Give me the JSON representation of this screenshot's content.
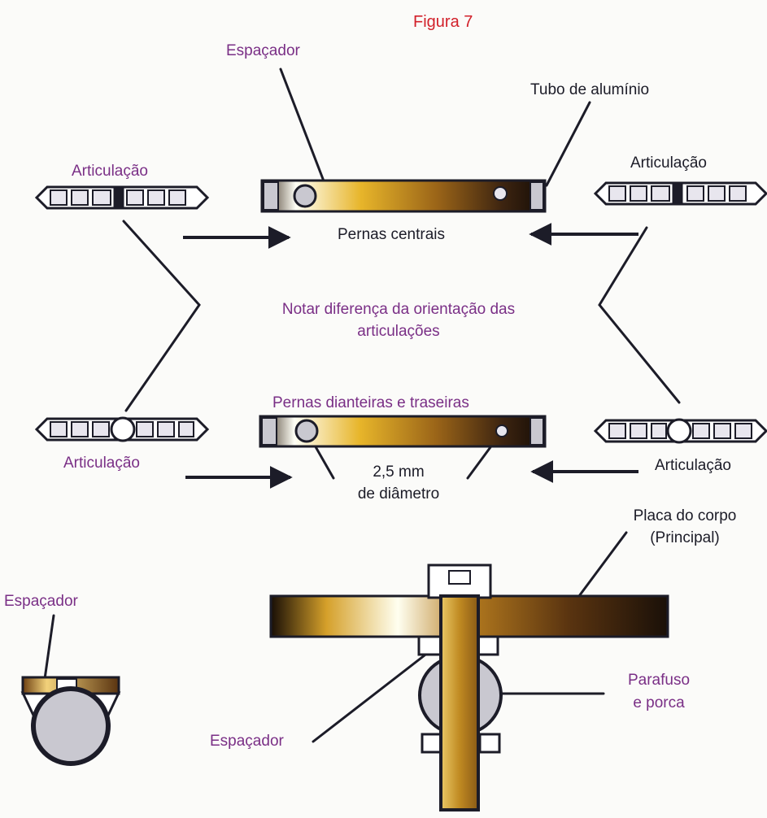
{
  "figure_title": "Figura 7",
  "labels": {
    "espacador_top": "Espaçador",
    "tubo": "Tubo de alumínio",
    "articulacao_top_left": "Articulação",
    "articulacao_top_right": "Articulação",
    "pernas_centrais": "Pernas centrais",
    "notar_line1": "Notar diferença da orientação das",
    "notar_line2": "articulações",
    "pernas_dianteiras": "Pernas dianteiras e traseiras",
    "articulacao_bottom_left": "Articulação",
    "articulacao_bottom_right": "Articulação",
    "diametro_line1": "2,5 mm",
    "diametro_line2": "de diâmetro",
    "placa_line1": "Placa do corpo",
    "placa_line2": "(Principal)",
    "espacador_left": "Espaçador",
    "parafuso_line1": "Parafuso",
    "parafuso_line2": "e porca",
    "espacador_bottom": "Espaçador"
  },
  "colors": {
    "label": "#7a2f86",
    "title": "#d2202a",
    "outline": "#1c1c28",
    "gold": "#c9961e",
    "brown": "#6e4012",
    "hole": "#c9c8d0"
  }
}
